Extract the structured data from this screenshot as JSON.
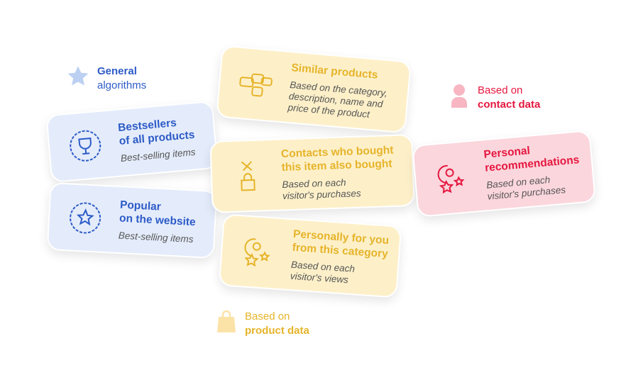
{
  "legends": {
    "general": {
      "line1": "General",
      "line2": "algorithms",
      "color": "#2d5bc7",
      "icon": "star-icon"
    },
    "contact": {
      "line1": "Based on",
      "line2": "contact data",
      "color": "#e5173f",
      "icon": "person-icon"
    },
    "product": {
      "line1": "Based on",
      "line2": "product data",
      "color": "#e6b42a",
      "icon": "shopping-bag-icon"
    }
  },
  "cards": {
    "bestsellers": {
      "title1": "Bestsellers",
      "title2": "of all products",
      "sub1": "Best-selling items"
    },
    "popular": {
      "title1": "Popular",
      "title2": "on the website",
      "sub1": "Best-selling items"
    },
    "similar": {
      "title1": "Similar products",
      "sub1": "Based on the category,",
      "sub2": "description, name and",
      "sub3": "price of the product"
    },
    "contacts": {
      "title1": "Contacts who bought",
      "title2": "this item also bought",
      "sub1": "Based on each",
      "sub2": "visitor's purchases"
    },
    "personally": {
      "title1": "Personally for you",
      "title2": "from this category",
      "sub1": "Based on each",
      "sub2": "visitor's views"
    },
    "personal": {
      "title1": "Personal",
      "title2": "recommendations",
      "sub1": "Based on each",
      "sub2": "visitor's purchases"
    }
  }
}
